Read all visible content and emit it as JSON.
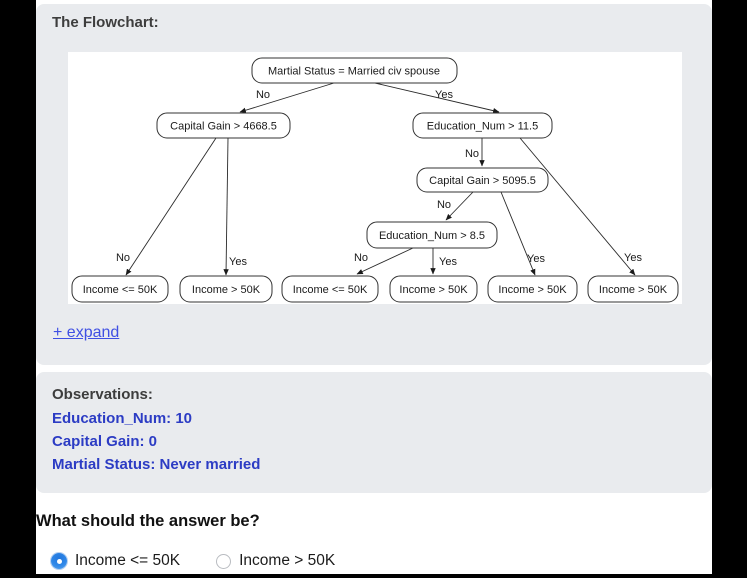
{
  "sections": {
    "flowchart": {
      "title": "The Flowchart:",
      "expand_link": "+ expand"
    },
    "observations": {
      "title": "Observations:",
      "items": [
        {
          "label": "Education_Num",
          "value": "10",
          "text": "Education_Num: 10"
        },
        {
          "label": "Capital Gain",
          "value": "0",
          "text": "Capital Gain: 0"
        },
        {
          "label": "Martial Status",
          "value": "Never married",
          "text": "Martial Status: Never married"
        }
      ]
    },
    "question": {
      "prompt": "What should the answer be?",
      "options": [
        {
          "label": "Income <= 50K",
          "selected": true
        },
        {
          "label": "Income > 50K",
          "selected": false
        }
      ]
    }
  },
  "flowchart": {
    "type": "decision-tree",
    "nodes": [
      {
        "label": "Martial Status = Married civ spouse"
      },
      {
        "label": "Capital Gain > 4668.5"
      },
      {
        "label": "Education_Num > 11.5"
      },
      {
        "label": "Capital Gain > 5095.5"
      },
      {
        "label": "Education_Num > 8.5"
      },
      {
        "label": "Income <= 50K"
      },
      {
        "label": "Income > 50K"
      },
      {
        "label": "Income <= 50K"
      },
      {
        "label": "Income > 50K"
      },
      {
        "label": "Income > 50K"
      },
      {
        "label": "Income > 50K"
      }
    ],
    "edges": [
      {
        "from": 0,
        "to": 1,
        "label": "No"
      },
      {
        "from": 0,
        "to": 2,
        "label": "Yes"
      },
      {
        "from": 1,
        "to": 5,
        "label": "No"
      },
      {
        "from": 1,
        "to": 6,
        "label": "Yes"
      },
      {
        "from": 2,
        "to": 3,
        "label": "No"
      },
      {
        "from": 2,
        "to": 10,
        "label": "Yes"
      },
      {
        "from": 3,
        "to": 4,
        "label": "No"
      },
      {
        "from": 3,
        "to": 9,
        "label": "Yes"
      },
      {
        "from": 4,
        "to": 7,
        "label": "No"
      },
      {
        "from": 4,
        "to": 8,
        "label": "Yes"
      }
    ]
  },
  "colors": {
    "section_bg": "#e9ebee",
    "link_blue": "#3f4fe3",
    "observation_blue": "#2c3cc4",
    "radio_selected_blue": "#2e87e8",
    "frame_black": "#000000"
  }
}
